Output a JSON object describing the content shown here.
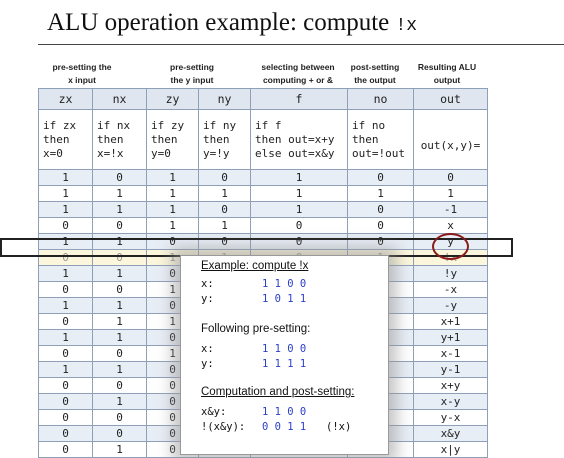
{
  "title": {
    "text": "ALU operation example: compute ",
    "code": "!x"
  },
  "captions": [
    "pre-setting the x input",
    "pre-setting the y input",
    "selecting between computing + or &",
    "post-setting the output",
    "Resulting ALU output"
  ],
  "headers": [
    "zx",
    "nx",
    "zy",
    "ny",
    "f",
    "no",
    "out"
  ],
  "descriptions": [
    [
      "if zx",
      "then",
      "x=0"
    ],
    [
      "if nx",
      "then",
      "x=!x"
    ],
    [
      "if zy",
      "then",
      "y=0"
    ],
    [
      "if ny",
      "then",
      "y=!y"
    ],
    [
      "if f",
      "then out=x+y",
      "else out=x&y"
    ],
    [
      "if no",
      "then",
      "out=!out"
    ],
    [
      "out(x,y)="
    ]
  ],
  "rows": [
    [
      "1",
      "0",
      "1",
      "0",
      "1",
      "0",
      "0"
    ],
    [
      "1",
      "1",
      "1",
      "1",
      "1",
      "1",
      "1"
    ],
    [
      "1",
      "1",
      "1",
      "0",
      "1",
      "0",
      "-1"
    ],
    [
      "0",
      "0",
      "1",
      "1",
      "0",
      "0",
      "x"
    ],
    [
      "1",
      "1",
      "0",
      "0",
      "0",
      "0",
      "y"
    ],
    [
      "0",
      "0",
      "1",
      "1",
      "0",
      "1",
      "!x"
    ],
    [
      "1",
      "1",
      "0",
      "",
      "",
      "",
      "!y"
    ],
    [
      "0",
      "0",
      "1",
      "",
      "",
      "",
      "-x"
    ],
    [
      "1",
      "1",
      "0",
      "",
      "",
      "",
      "-y"
    ],
    [
      "0",
      "1",
      "1",
      "",
      "",
      "",
      "x+1"
    ],
    [
      "1",
      "1",
      "0",
      "",
      "",
      "",
      "y+1"
    ],
    [
      "0",
      "0",
      "1",
      "",
      "",
      "",
      "x-1"
    ],
    [
      "1",
      "1",
      "0",
      "",
      "",
      "",
      "y-1"
    ],
    [
      "0",
      "0",
      "0",
      "",
      "",
      "",
      "x+y"
    ],
    [
      "0",
      "1",
      "0",
      "",
      "",
      "",
      "x-y"
    ],
    [
      "0",
      "0",
      "0",
      "",
      "",
      "",
      "y-x"
    ],
    [
      "0",
      "0",
      "0",
      "",
      "",
      "",
      "x&y"
    ],
    [
      "0",
      "1",
      "0",
      "",
      "",
      "",
      "x|y"
    ]
  ],
  "highlight_row_index": 5,
  "popup": {
    "heading": "Example: compute !x",
    "x_label": "x:",
    "x_bits": "1 1 0 0",
    "y_label": "y:",
    "y_bits": "1 0 1 1",
    "preset_heading": "Following pre-setting:",
    "px_label": "x:",
    "px_bits": "1 1 0 0",
    "py_label": "y:",
    "py_bits": "1 1 1 1",
    "comp_heading": "Computation and post-setting:",
    "xy_label": "x&y:",
    "xy_bits": "1 1 0 0",
    "nxy_label": "!(x&y):",
    "nxy_bits": "0 0 1 1",
    "nxy_note": "(!x)"
  },
  "colors": {
    "header_bg": "#dfe6f0",
    "stripe": "#e8eef6",
    "highlight": "#fbf6dc",
    "bits": "#2b3fc8",
    "circle": "#8b1a1a"
  }
}
